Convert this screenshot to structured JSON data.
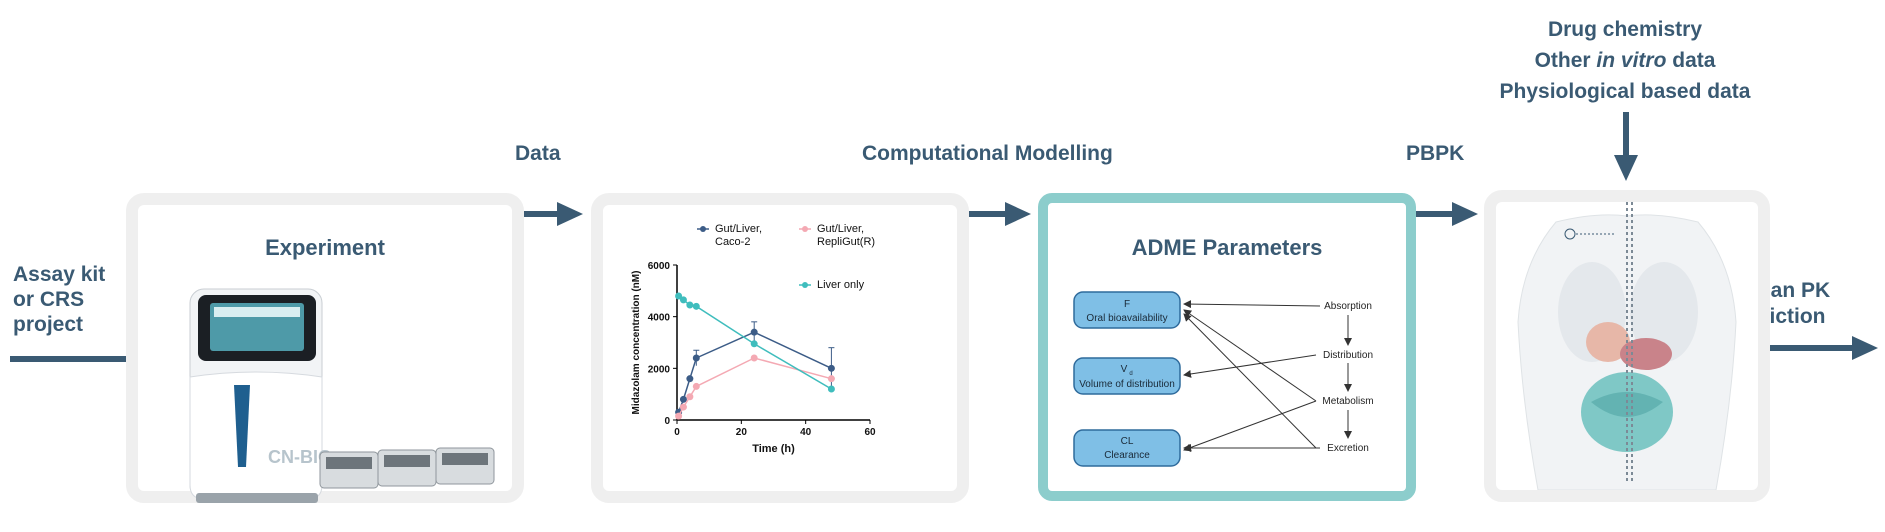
{
  "flow": {
    "input_label": [
      "Assay kit",
      "or CRS",
      "project"
    ],
    "data_label": "Data",
    "modelling_label": "Computational Modelling",
    "pbpk_label": "PBPK",
    "inputs_top": {
      "line1": "Drug chemistry",
      "line2_prefix": "Other ",
      "line2_italic": "in vitro",
      "line2_suffix": " data",
      "line3": "Physiological based data"
    },
    "output_label": [
      "Human PK",
      "prediction"
    ]
  },
  "experiment": {
    "title": "Experiment",
    "device_brand": "CN-BIO"
  },
  "adme": {
    "title": "ADME Parameters",
    "parameters": [
      {
        "symbol": "F",
        "name": "Oral bioavailability"
      },
      {
        "symbol": "V",
        "subscript": "d",
        "name": "Volume of distribution"
      },
      {
        "symbol": "CL",
        "name": "Clearance"
      }
    ],
    "processes": [
      "Absorption",
      "Distribution",
      "Metabolism",
      "Excretion"
    ]
  },
  "colors": {
    "label": "#3a5a73",
    "panel_border": "#efefef",
    "adme_border": "#8ccdcc",
    "param_fill": "#7fbfe6",
    "param_stroke": "#2f6b9c",
    "series_caco": "#3c5c87",
    "series_repligut": "#f4a9b3",
    "series_liver": "#3fbdbd"
  },
  "chart_data": {
    "type": "line",
    "xlabel": "Time (h)",
    "ylabel": "Midazolam concentration (nM)",
    "xlim": [
      0,
      60
    ],
    "ylim": [
      0,
      6000
    ],
    "xticks": [
      "0",
      "20",
      "40",
      "60"
    ],
    "yticks": [
      "0",
      "2000",
      "4000",
      "6000"
    ],
    "legend_placement": "top",
    "series": [
      {
        "name": "Gut/Liver, Caco-2",
        "color": "#3c5c87",
        "x": [
          0.5,
          2,
          4,
          6,
          24,
          48
        ],
        "y": [
          300,
          800,
          1600,
          2400,
          3400,
          2000
        ],
        "err": [
          0,
          0,
          0,
          300,
          400,
          800
        ]
      },
      {
        "name": "Gut/Liver, RepliGut(R)",
        "color": "#f4a9b3",
        "x": [
          0.5,
          2,
          4,
          6,
          24,
          48
        ],
        "y": [
          150,
          500,
          900,
          1300,
          2400,
          1600
        ],
        "err": [
          0,
          0,
          0,
          0,
          0,
          0
        ]
      },
      {
        "name": "Liver only",
        "color": "#3fbdbd",
        "x": [
          0.5,
          2,
          4,
          6,
          24,
          48
        ],
        "y": [
          4800,
          4650,
          4450,
          4400,
          2950,
          1200
        ],
        "err": [
          0,
          0,
          0,
          0,
          0,
          0
        ]
      }
    ]
  }
}
